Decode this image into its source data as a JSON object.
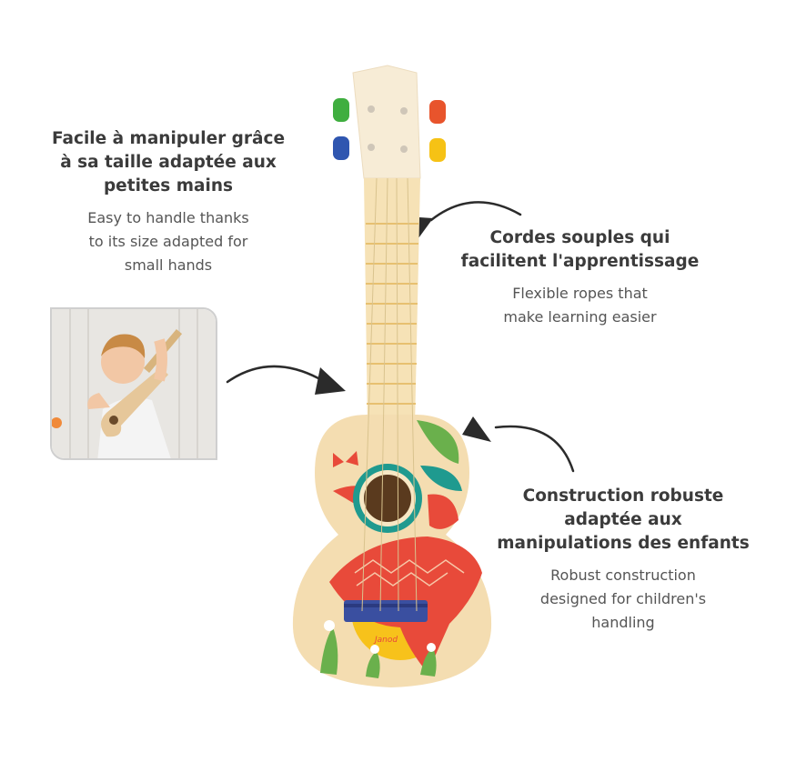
{
  "features": [
    {
      "fr": "Facile à manipuler grâce\nà sa taille adaptée aux\npetites mains",
      "en": "Easy to handle thanks\nto its size adapted for\nsmall hands"
    },
    {
      "fr": "Cordes souples qui\nfacilitent l'apprentissage",
      "en": "Flexible ropes that\nmake learning easier"
    },
    {
      "fr": "Construction robuste\nadaptée aux\nmanipulations des enfants",
      "en": "Robust construction\ndesigned for children's\nhandling"
    }
  ],
  "brand": "Janod",
  "colors": {
    "wood": "#f3dcb0",
    "head": "#f7ecd6",
    "red": "#e84a3a",
    "teal": "#1f9a8f",
    "blue": "#3a4fa0",
    "yellow": "#f7c21b",
    "green": "#6ab04c"
  }
}
